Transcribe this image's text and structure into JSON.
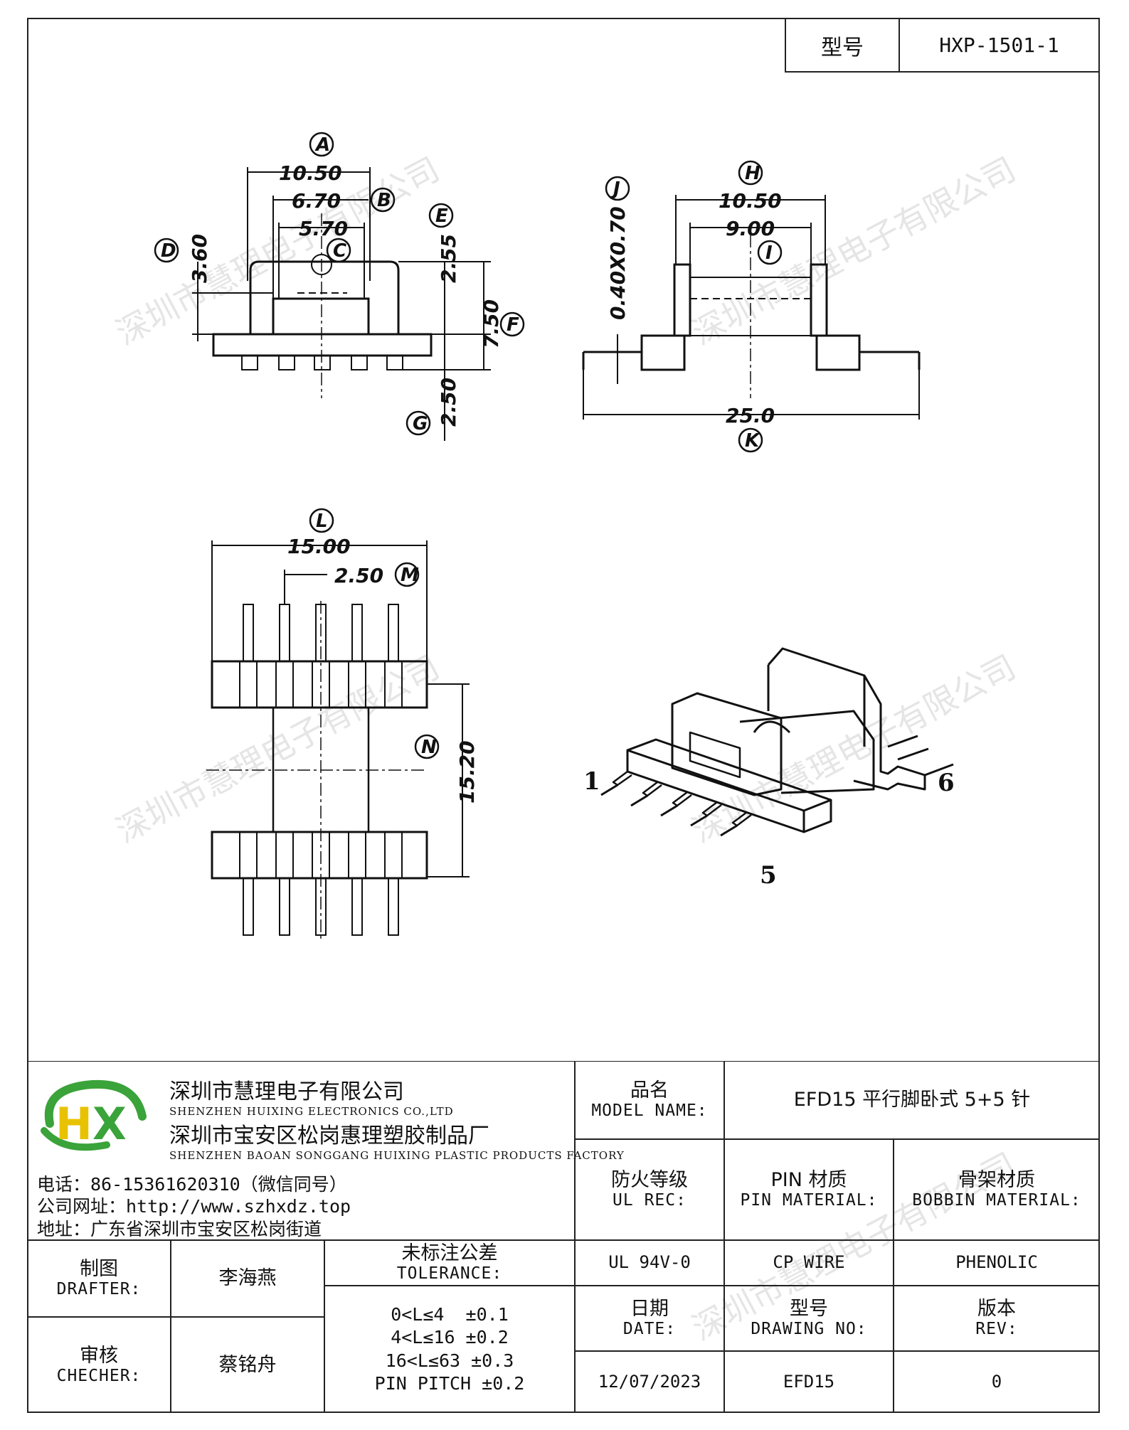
{
  "header": {
    "model_label": "型号",
    "model_value": "HXP-1501-1"
  },
  "drawing": {
    "view1": {
      "A": "A",
      "B": "B",
      "C": "C",
      "D": "D",
      "E": "E",
      "F": "F",
      "G": "G",
      "dimA": "10.50",
      "dimB": "6.70",
      "dimC": "5.70",
      "dimD": "3.60",
      "dimE": "2.55",
      "dimF": "7.50",
      "dimG": "2.50"
    },
    "view2": {
      "H": "H",
      "I": "I",
      "J": "J",
      "K": "K",
      "dimH": "10.50",
      "dimI": "9.00",
      "dimJ": "0.40X0.70",
      "dimK": "25.0"
    },
    "view3": {
      "L": "L",
      "M": "M",
      "N": "N",
      "dimL": "15.00",
      "dimM": "2.50",
      "dimN": "15.20"
    },
    "iso": {
      "pin_first": "1",
      "pin_five": "5",
      "pin_six": "6"
    }
  },
  "watermark": "深圳市慧理电子有限公司",
  "company": {
    "logo_text": "HX",
    "name_cn": "深圳市慧理电子有限公司",
    "name_en": "SHENZHEN HUIXING ELECTRONICS CO.,LTD",
    "factory_cn": "深圳市宝安区松岗惠理塑胶制品厂",
    "factory_en": "SHENZHEN BAOAN SONGGANG HUIXING PLASTIC PRODUCTS FACTORY",
    "phone": "电话：86-15361620310（微信同号）",
    "website": "公司网址：http://www.szhxdz.top",
    "address": "地址：广东省深圳市宝安区松岗街道"
  },
  "title_block": {
    "model_name_cn": "品名",
    "model_name_en": "MODEL NAME:",
    "model_name_value": "EFD15 平行脚卧式 5+5 针",
    "fire_cn": "防火等级",
    "fire_en": "UL REC:",
    "pin_mat_cn": "PIN 材质",
    "pin_mat_en": "PIN MATERIAL:",
    "bobbin_cn": "骨架材质",
    "bobbin_en": "BOBBIN MATERIAL:",
    "fire_value": "UL 94V-0",
    "pin_value": "CP WIRE",
    "bobbin_value": "PHENOLIC",
    "drafter_cn": "制图",
    "drafter_en": "DRAFTER:",
    "drafter_name": "李海燕",
    "checker_cn": "审核",
    "checker_en": "CHECHER:",
    "checker_name": "蔡铭舟",
    "tolerance_cn": "未标注公差",
    "tolerance_en": "TOLERANCE:",
    "tolerance_rows": [
      "0<L≤4  ±0.1",
      "4<L≤16 ±0.2",
      "16<L≤63 ±0.3",
      "PIN PITCH ±0.2"
    ],
    "date_cn": "日期",
    "date_en": "DATE:",
    "drawing_no_cn": "型号",
    "drawing_no_en": "DRAWING NO:",
    "rev_cn": "版本",
    "rev_en": "REV:",
    "date_value": "12/07/2023",
    "drawing_no_value": "EFD15",
    "rev_value": "0"
  },
  "colors": {
    "logo_green": "#3aa33a",
    "logo_yellow": "#e8c200",
    "line": "#111111"
  }
}
